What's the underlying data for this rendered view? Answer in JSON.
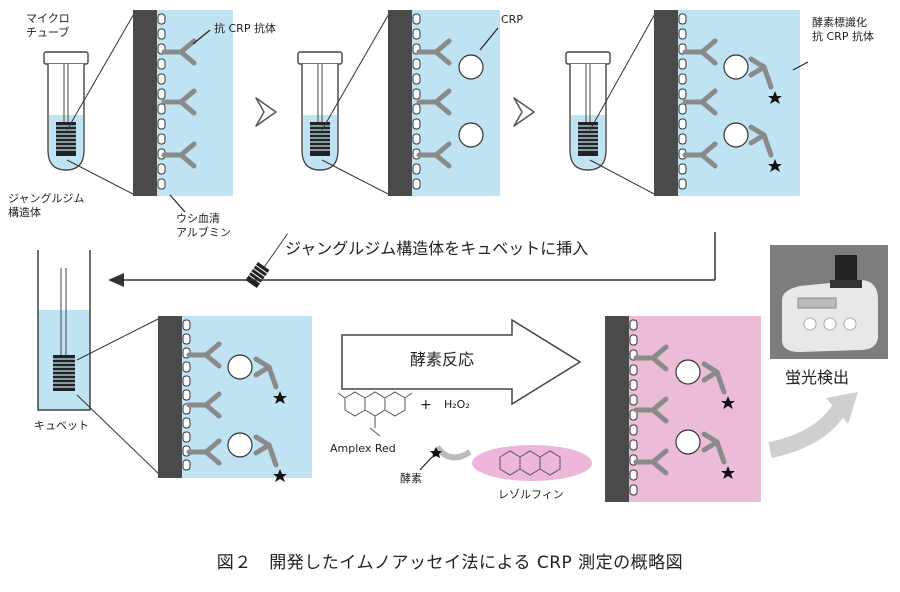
{
  "labels": {
    "microtube": "マイクロ\nチューブ",
    "anti_crp_antibody": "抗 CRP 抗体",
    "crp": "CRP",
    "enzyme_labeled_antibody": "酵素標識化\n抗 CRP 抗体",
    "jungle_gym_structure": "ジャングルジム\n構造体",
    "bsa": "ウシ血清\nアルブミン",
    "insert_instruction": "ジャングルジム構造体をキュベットに挿入",
    "cuvette": "キュベット",
    "enzyme_reaction": "酵素反応",
    "amplex_red": "Amplex Red",
    "plus": "+",
    "h2o2": "H₂O₂",
    "enzyme": "酵素",
    "resorufin": "レゾルフィン",
    "fluorescence_detection": "蛍光検出"
  },
  "caption": "図２　開発したイムノアッセイ法による CRP 測定の概略図",
  "colors": {
    "buffer_blue": "#bfe3f3",
    "product_pink": "#ecbcd6",
    "substrate_wall": "#4a4a4a",
    "antibody_gray": "#8a8a8a",
    "arrow_gray": "#cfcfcf"
  }
}
